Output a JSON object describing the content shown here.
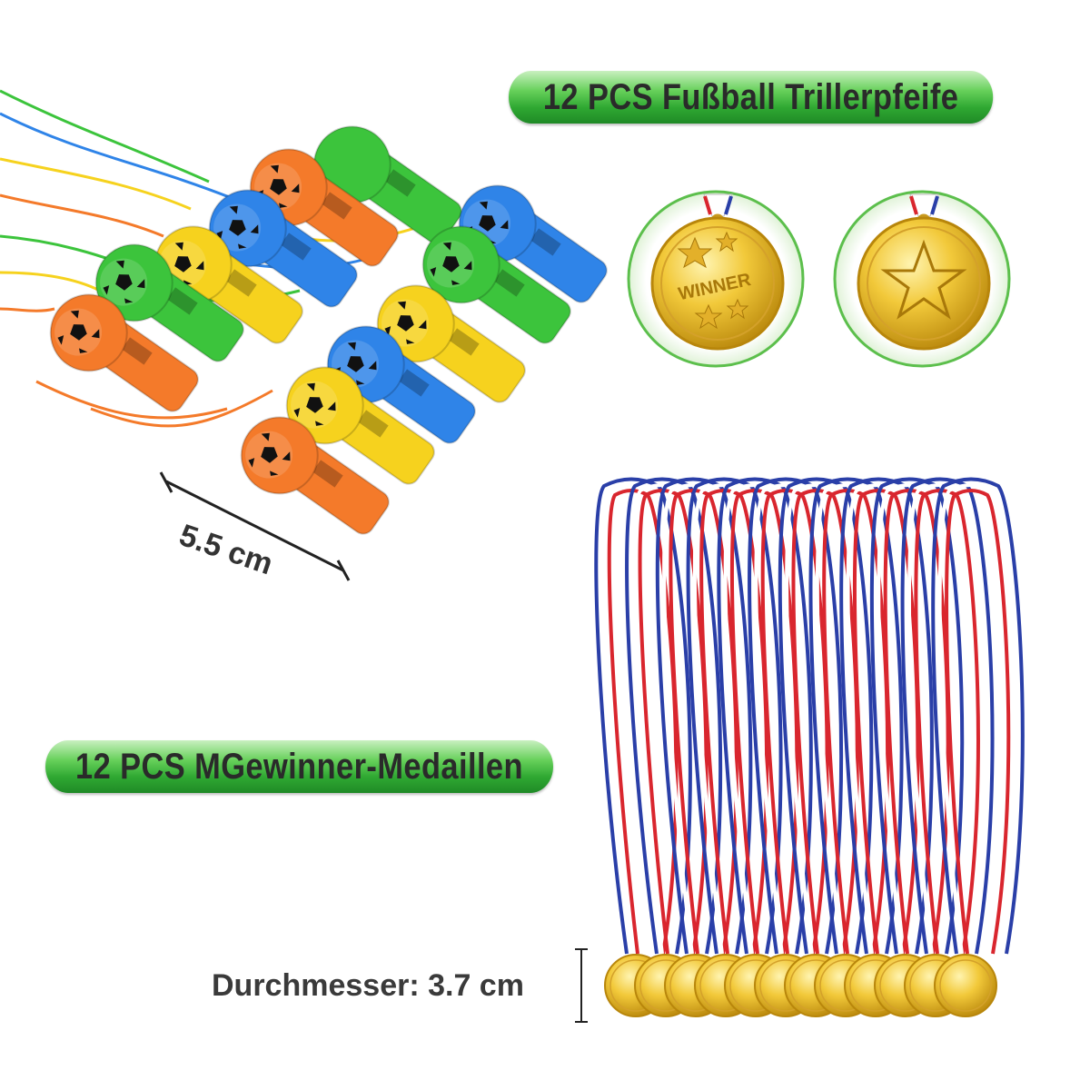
{
  "whistle_banner": {
    "label": "12 PCS Fußball Trillerpfeife"
  },
  "medal_banner": {
    "label": "12 PCS MGewinner-Medaillen"
  },
  "whistle_dimension": {
    "label": "5.5 cm"
  },
  "medal_dimension": {
    "label": "Durchmesser: 3.7 cm"
  },
  "medal_front": {
    "engraving": "WINNER"
  },
  "colors": {
    "banner_green": "#2fa832",
    "whistle_orange": "#f47a2a",
    "whistle_green": "#3cc43c",
    "whistle_yellow": "#f6d21e",
    "whistle_blue": "#2f84e8",
    "medal_gold": "#e8b41c",
    "ribbon_red": "#d9262e",
    "ribbon_blue": "#2a3fa8"
  },
  "icons": [
    "whistle-icon",
    "medal-icon",
    "star-icon",
    "soccer-ball-icon"
  ]
}
